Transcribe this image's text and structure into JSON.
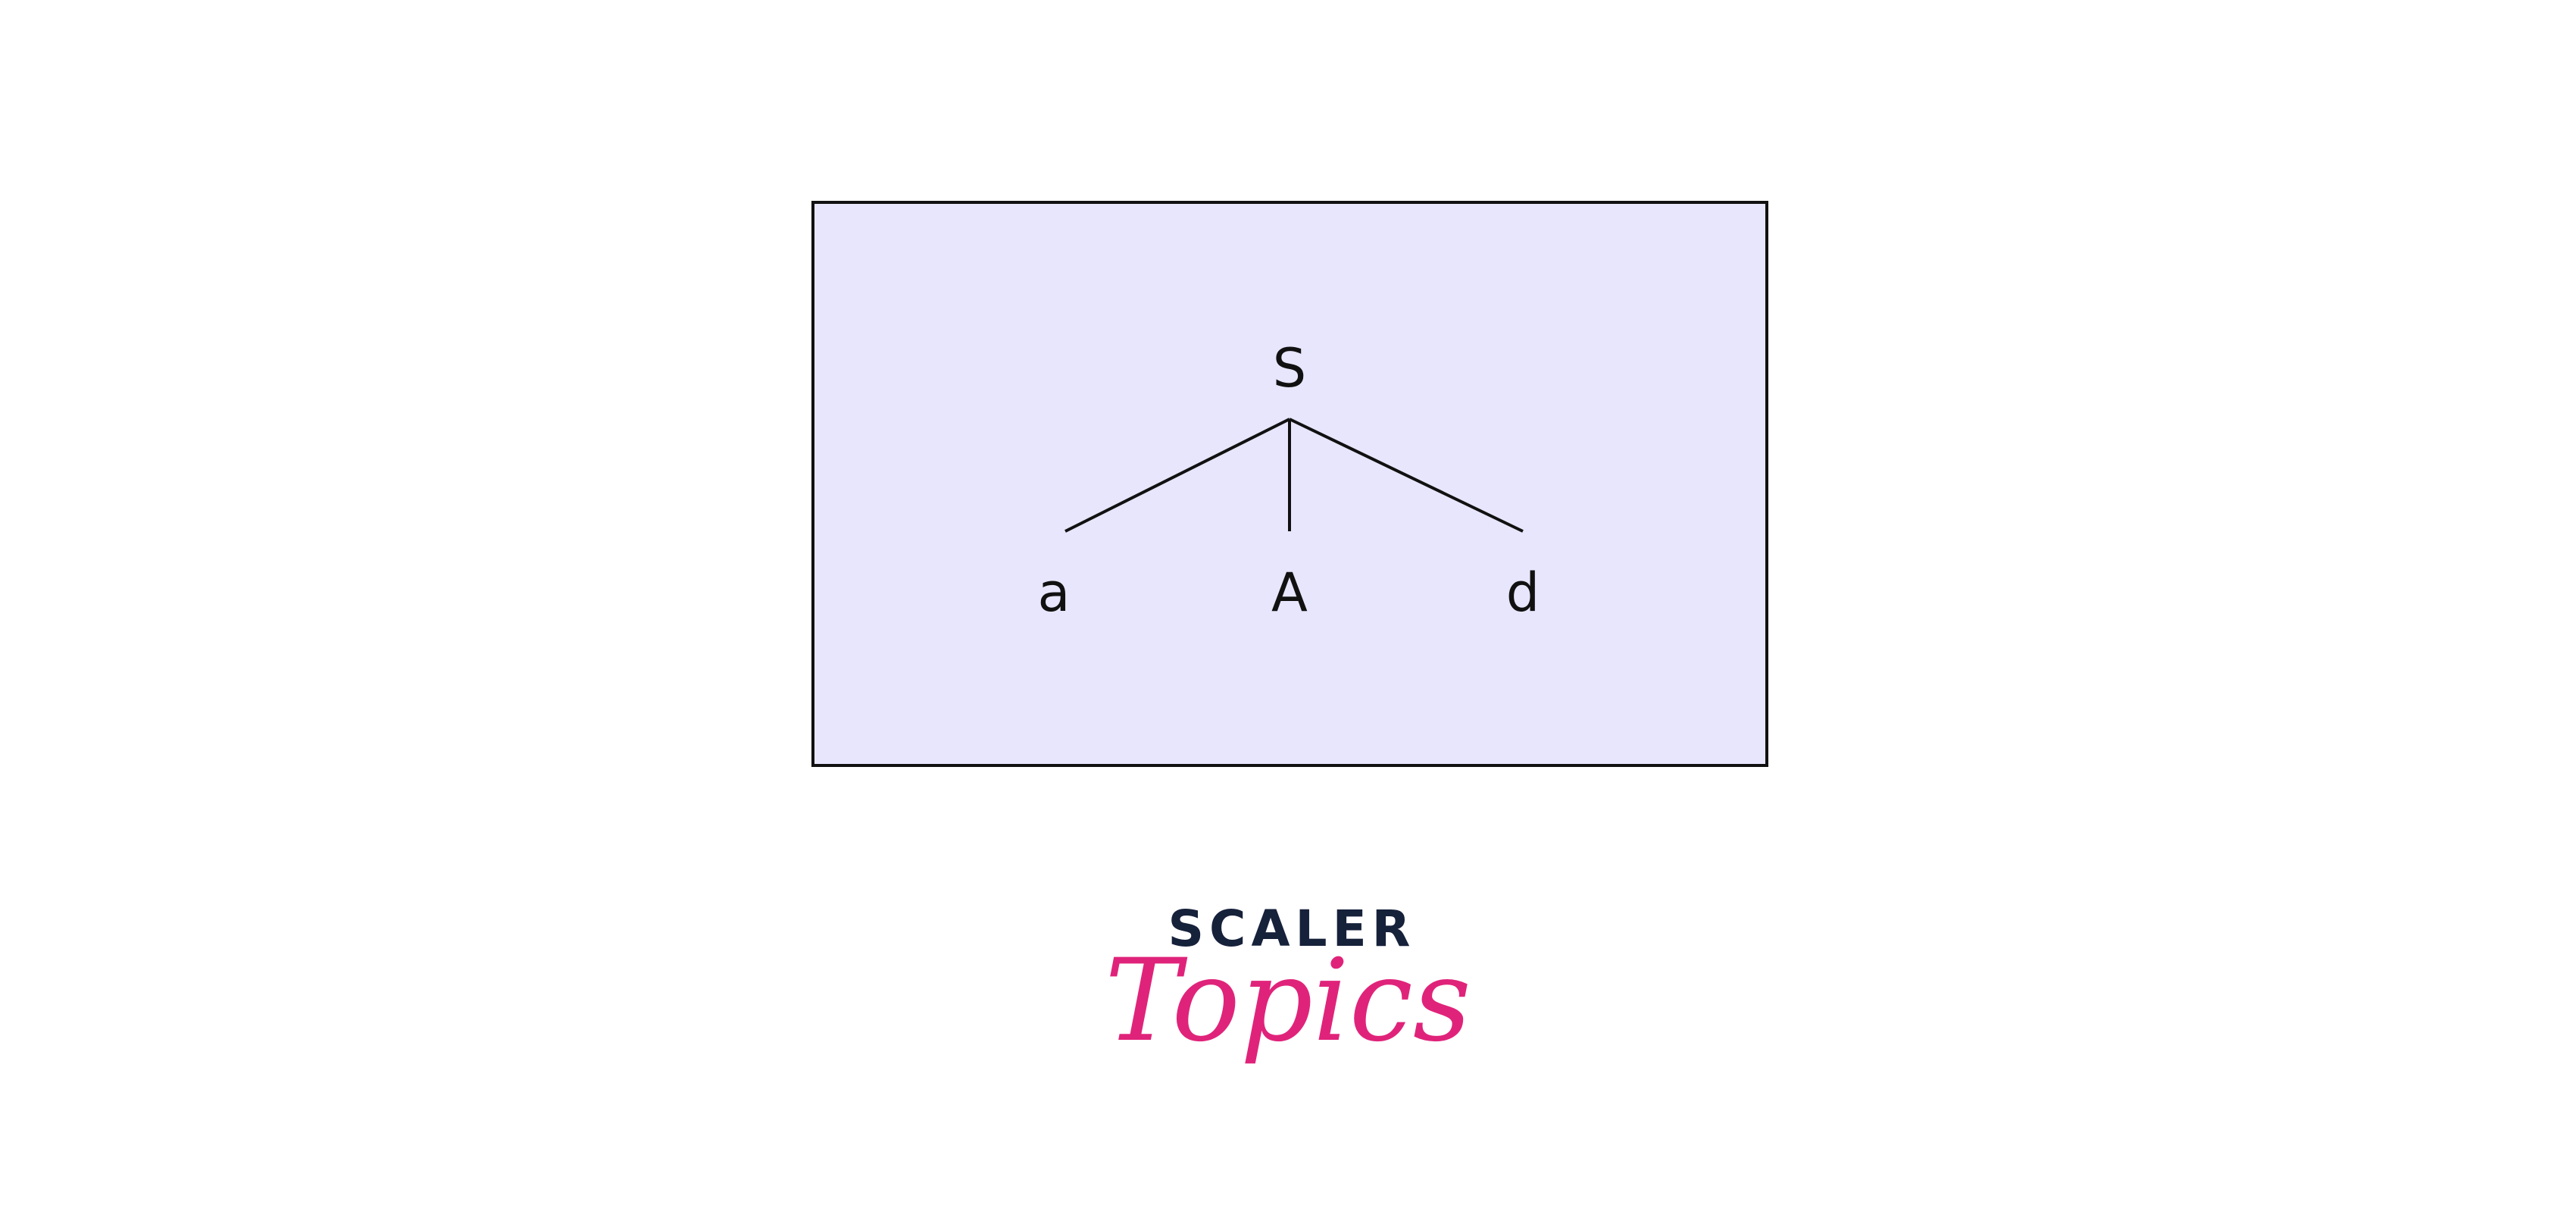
{
  "tree": {
    "root": "S",
    "children": [
      "a",
      "A",
      "d"
    ]
  },
  "logo": {
    "line1": "SCALER",
    "line2": "Topics"
  },
  "colors": {
    "panel_fill": "#e7e6fd",
    "stroke": "#111111",
    "logo_dark": "#16213a",
    "logo_pink": "#e0237a"
  }
}
